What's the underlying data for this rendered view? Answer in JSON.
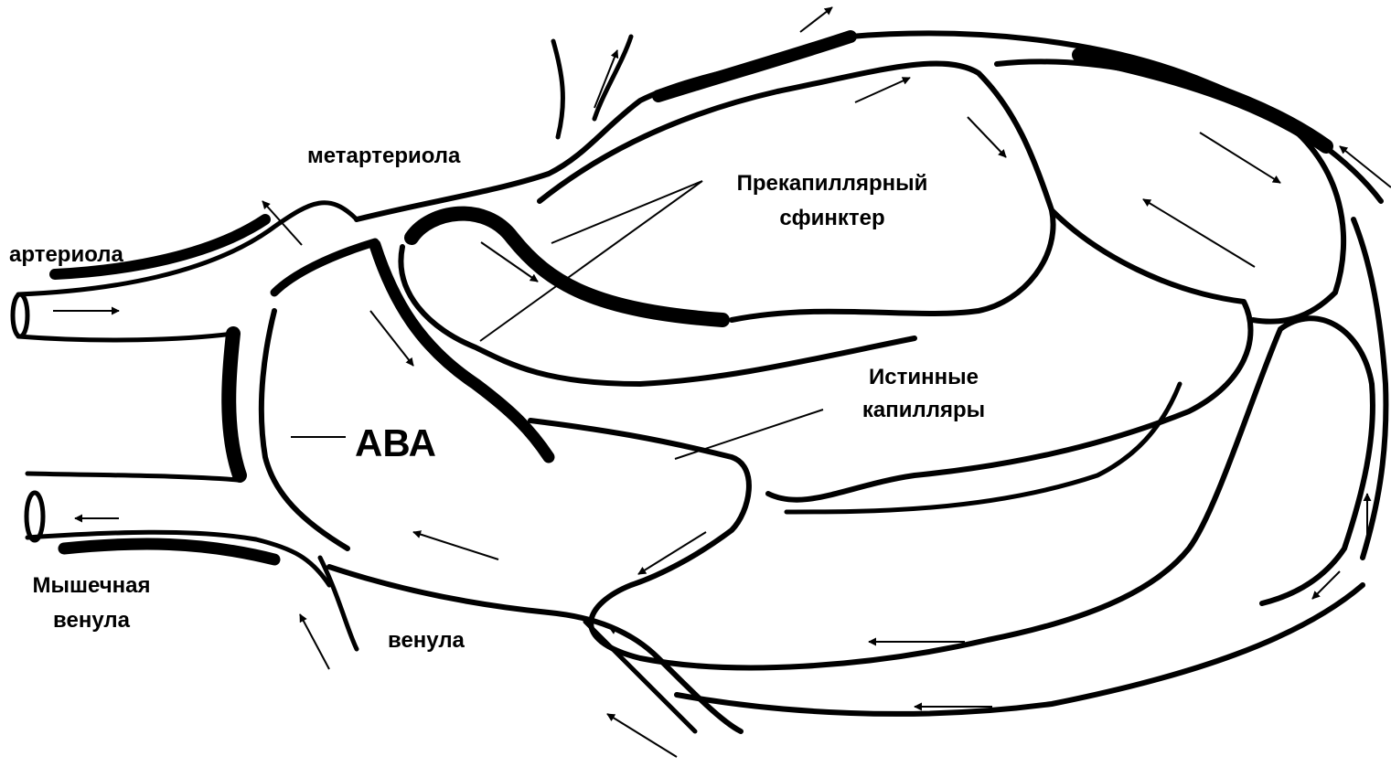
{
  "diagram": {
    "labels": {
      "metarteriole": "метартериола",
      "arteriole": "артериола",
      "precapillary_sphincter_line1": "Прекапиллярный",
      "precapillary_sphincter_line2": "сфинктер",
      "aba": "АВА",
      "true_capillaries_line1": "Истинные",
      "true_capillaries_line2": "капилляры",
      "muscular_venule_line1": "Мышечная",
      "muscular_venule_line2": "венула",
      "venule": "венула"
    },
    "colors": {
      "ink": "#000000",
      "background": "#ffffff"
    }
  }
}
